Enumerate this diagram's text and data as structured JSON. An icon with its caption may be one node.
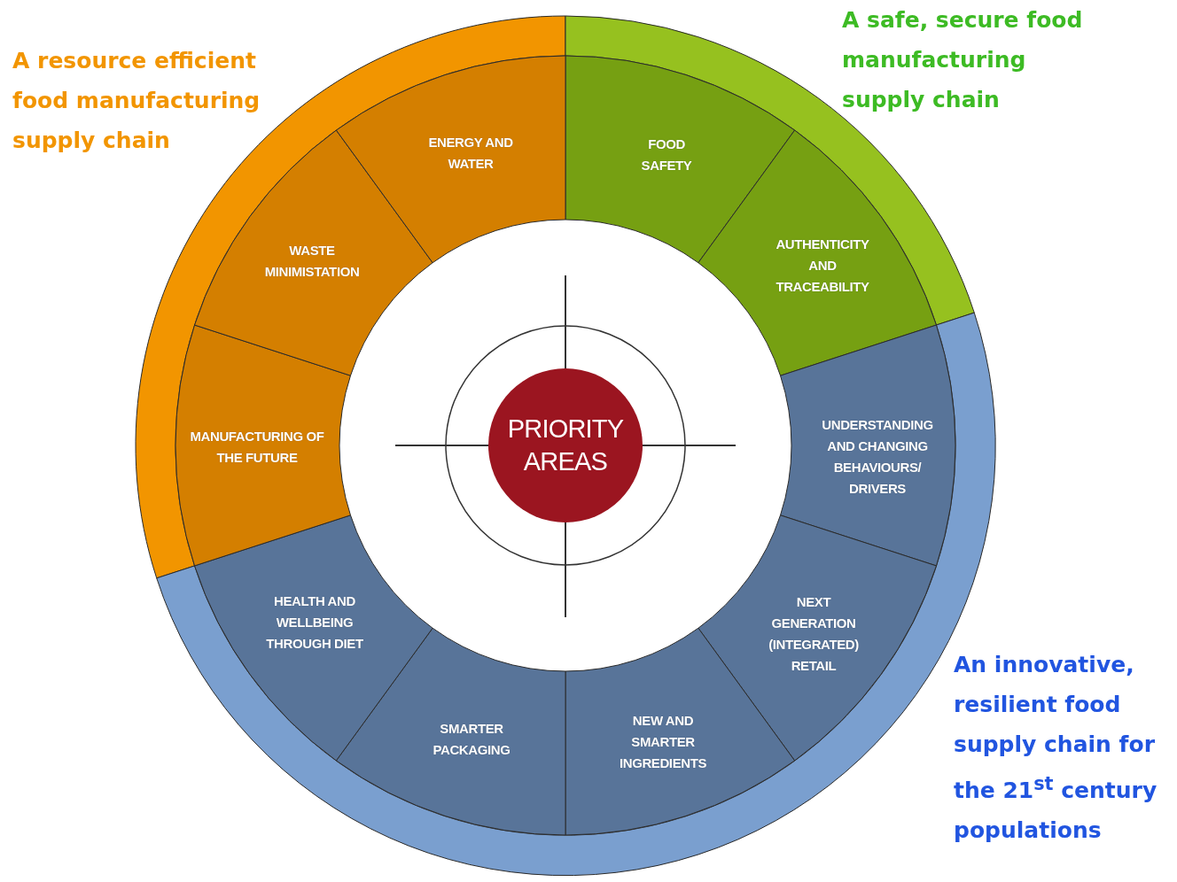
{
  "diagram": {
    "nodes": [
      {
        "text": [
          "A resource efficient food manufacturing supply chain"
        ]
      },
      {
        "text": [
          "A safe, secure food manufacturing supply chain"
        ]
      },
      {
        "text": [
          "An innovative, resilient food supply chain for the 21$^{st}$ century populations"
        ]
      },
      {
        "text": [
          "PRIORITY AREAS"
        ]
      },
      {
        "text": [
          "FOOD SAFETY"
        ]
      },
      {
        "text": [
          "AUTHENTICITY AND TRACEABILITY"
        ]
      },
      {
        "text": [
          "UNDERSTANDING AND CHANGING BEHAVIOURS/ DRIVERS"
        ]
      },
      {
        "text": [
          "NEXT GENERATION (INTEGRATED) RETAIL"
        ]
      },
      {
        "text": [
          "NEW AND SMARTER INGREDIENTS"
        ]
      },
      {
        "text": [
          "SMARTER PACKAGING"
        ]
      },
      {
        "text": [
          "HEALTH AND WELLBEING THROUGH DIET"
        ]
      },
      {
        "text": [
          "MANUFACTURING OF THE FUTURE"
        ]
      },
      {
        "text": [
          "WASTE MINIMISTATION"
        ]
      },
      {
        "text": [
          "ENERGY AND WATER"
        ]
      }
    ]
  }
}
